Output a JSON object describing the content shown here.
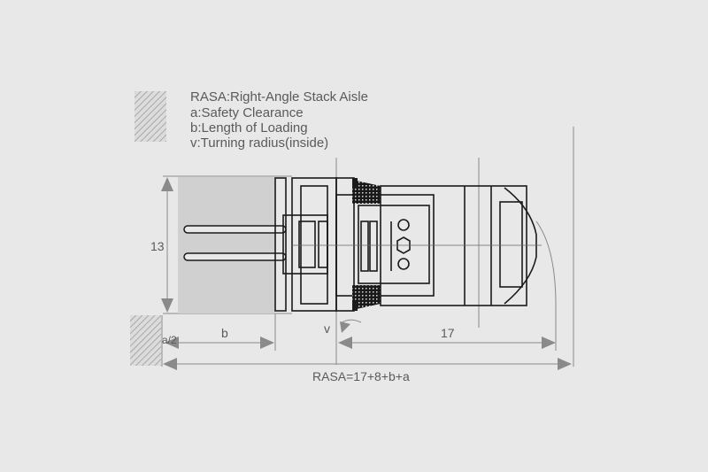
{
  "legend": {
    "lines": [
      "RASA:Right-Angle Stack Aisle",
      "a:Safety Clearance",
      "b:Length of Loading",
      "v:Turning radius(inside)"
    ]
  },
  "dimensions": {
    "width_label": "13",
    "b_label": "b",
    "half_a_label": "a/2",
    "v_label": "v",
    "rear_label": "17",
    "rasa_label": "RASA=17+8+b+a"
  },
  "colors": {
    "background": "#e8e8e8",
    "load": "#d0d0d0",
    "dimension": "#8a8a8a",
    "truck": "#1a1a1a"
  }
}
